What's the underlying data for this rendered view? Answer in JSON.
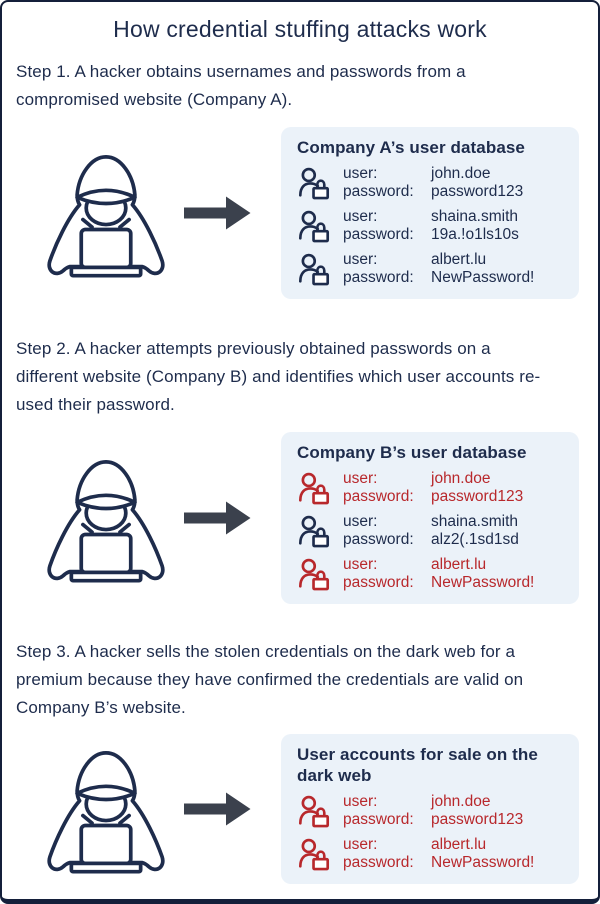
{
  "title": "How credential stuffing attacks work",
  "labels": {
    "user": "user:",
    "password": "password:"
  },
  "colors": {
    "navy": "#1e2c4c",
    "red": "#b8282c",
    "panel_background": "#ebf2f9",
    "arrow": "#3b414d",
    "border": "#141f3a"
  },
  "icons": {
    "hacker": "hooded-hacker-with-laptop-icon",
    "account": "user-lock-icon",
    "arrow": "right-arrow-icon"
  },
  "steps": [
    {
      "description": "Step 1. A hacker obtains usernames and passwords from a\ncompromised website (Company A).",
      "panel_title": "Company A’s user database",
      "accounts": [
        {
          "user": "john.doe",
          "password": "password123",
          "compromised": false
        },
        {
          "user": "shaina.smith",
          "password": "19a.!o1ls10s",
          "compromised": false
        },
        {
          "user": "albert.lu",
          "password": "NewPassword!",
          "compromised": false
        }
      ]
    },
    {
      "description": "Step 2. A hacker attempts previously obtained passwords on a\ndifferent website (Company B) and identifies which user accounts re-\nused their password.",
      "panel_title": "Company B’s user database",
      "accounts": [
        {
          "user": "john.doe",
          "password": "password123",
          "compromised": true
        },
        {
          "user": "shaina.smith",
          "password": "alz2(.1sd1sd",
          "compromised": false
        },
        {
          "user": "albert.lu",
          "password": "NewPassword!",
          "compromised": true
        }
      ]
    },
    {
      "description": "Step 3. A hacker sells the stolen credentials on the dark web for a\npremium because they have confirmed the credentials are valid on\nCompany B’s website.",
      "panel_title": "User accounts for sale on the\ndark web",
      "accounts": [
        {
          "user": "john.doe",
          "password": "password123",
          "compromised": true
        },
        {
          "user": "albert.lu",
          "password": "NewPassword!",
          "compromised": true
        }
      ]
    }
  ]
}
